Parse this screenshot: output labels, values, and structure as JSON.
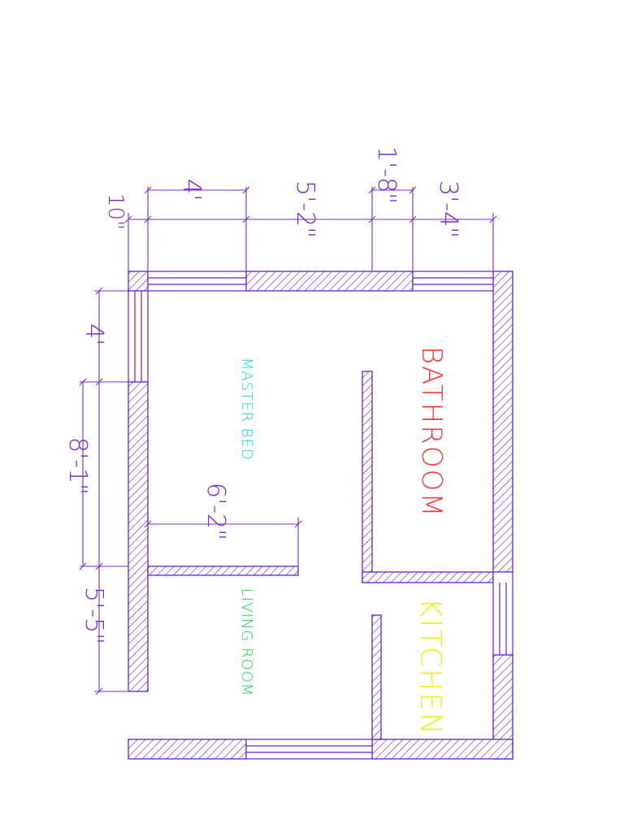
{
  "colors": {
    "wall": "#6a1fd6",
    "dimension": "#7a2bd9",
    "master_bed": "#19d7e6",
    "living_room": "#1fd64a",
    "bathroom": "#ff3b3b",
    "kitchen": "#f0f020"
  },
  "rooms": {
    "bathroom": "BATHROOM",
    "kitchen": "KITCHEN",
    "master_bed": "MASTER BED",
    "living_room": "LIVING ROOM"
  },
  "dimensions": {
    "top_10in": "10\"",
    "top_4ft": "4'",
    "top_5ft2in": "5'-2\"",
    "top_1ft8in": "1'-8\"",
    "top_3ft4in": "3'-4\"",
    "left_4ft": "4'",
    "left_8ft1in": "8'-1\"",
    "left_5ft5in": "5'-5\"",
    "inner_6ft2in": "6'-2\""
  }
}
